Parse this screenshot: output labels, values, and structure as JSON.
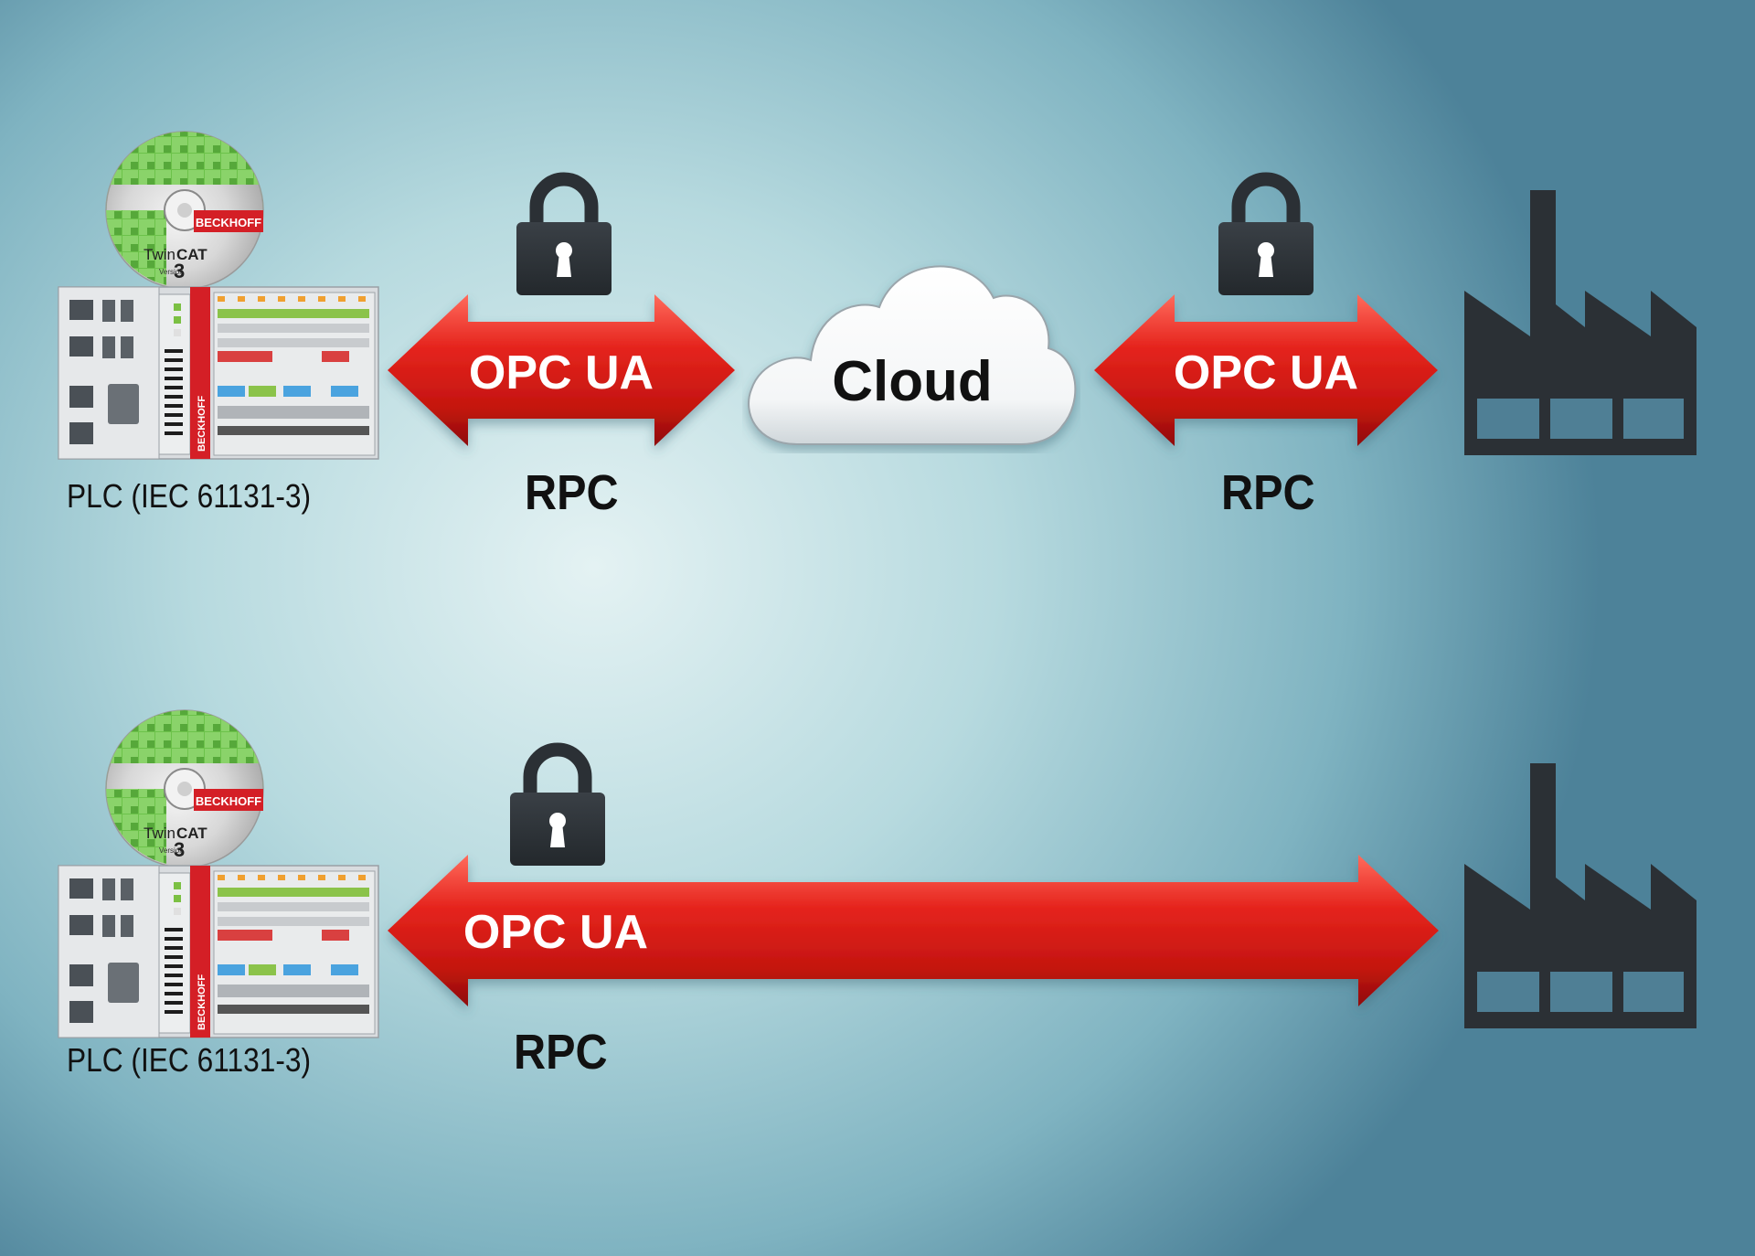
{
  "row1": {
    "plc": {
      "label": "PLC (IEC 61131-3)",
      "disc_brand": "BECKHOFF",
      "disc_product_prefix": "Twin",
      "disc_product_suffix": "CAT",
      "disc_version_word": "Version",
      "disc_version_number": "3",
      "controller_brand": "BECKHOFF"
    },
    "left_link": {
      "protocol": "OPC UA",
      "method": "RPC",
      "lock_icon": "lock-icon"
    },
    "cloud": {
      "label": "Cloud"
    },
    "right_link": {
      "protocol": "OPC UA",
      "method": "RPC",
      "lock_icon": "lock-icon"
    },
    "factory_icon": "factory-icon"
  },
  "row2": {
    "plc": {
      "label": "PLC (IEC 61131-3)",
      "disc_brand": "BECKHOFF",
      "disc_product_prefix": "Twin",
      "disc_product_suffix": "CAT",
      "disc_version_word": "Version",
      "disc_version_number": "3",
      "controller_brand": "BECKHOFF"
    },
    "link": {
      "protocol": "OPC UA",
      "method": "RPC",
      "lock_icon": "lock-icon"
    },
    "factory_icon": "factory-icon"
  },
  "colors": {
    "arrow_red": "#e5241d",
    "arrow_dark_red": "#a50f0b",
    "icon_dark": "#2b3035",
    "disc_green": "#5fb847",
    "beckhoff_red": "#d41f26"
  }
}
